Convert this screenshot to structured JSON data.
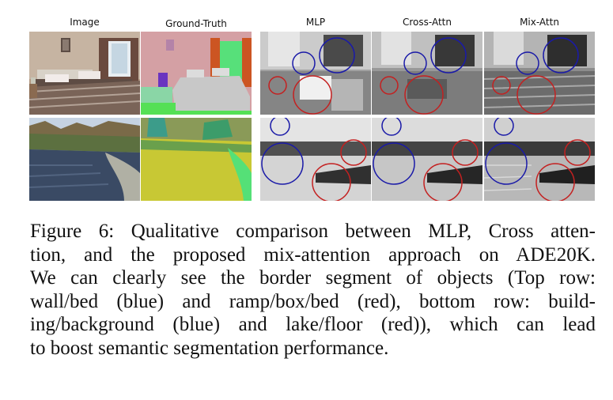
{
  "figure": {
    "columns": [
      "Image",
      "Ground-Truth",
      "MLP",
      "Cross-Attn",
      "Mix-Attn"
    ],
    "rows": [
      "bedroom",
      "lake"
    ],
    "colors": {
      "blue_circle": "#1a1aa8",
      "red_circle": "#c42020",
      "gt_wall": "#d4a0a4",
      "gt_bed": "#c8c8c8",
      "gt_floor": "#55e055",
      "gt_window": "#57e07a",
      "gt_curtain": "#cc5522",
      "gt_lake": "#c8c834",
      "gt_tree": "#3c9c6a"
    }
  },
  "caption": {
    "lines": [
      "Figure 6: Qualitative comparison between MLP, Cross atten-",
      "tion, and the proposed mix-attention approach on ADE20K.",
      "We can clearly see the border segment of objects (Top row:",
      "wall/bed (blue) and ramp/box/bed (red), bottom row: build-",
      "ing/background (blue) and lake/floor (red)), which can lead",
      "to boost semantic segmentation performance."
    ]
  }
}
